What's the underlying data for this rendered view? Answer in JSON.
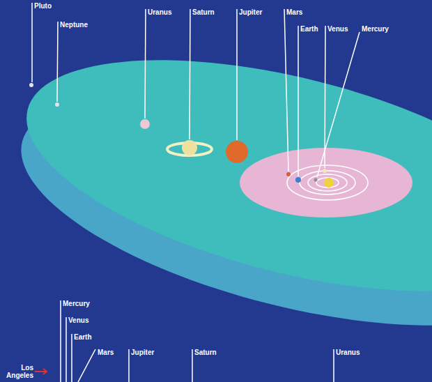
{
  "diagram": {
    "labels": [
      "Pluto",
      "Neptune",
      "Uranus",
      "Saturn",
      "Jupiter",
      "Mars",
      "Earth",
      "Venus",
      "Mercury",
      "Mercury",
      "Venus",
      "Earth",
      "Mars",
      "Jupiter",
      "Saturn",
      "Uranus",
      "Los Angeles"
    ]
  }
}
